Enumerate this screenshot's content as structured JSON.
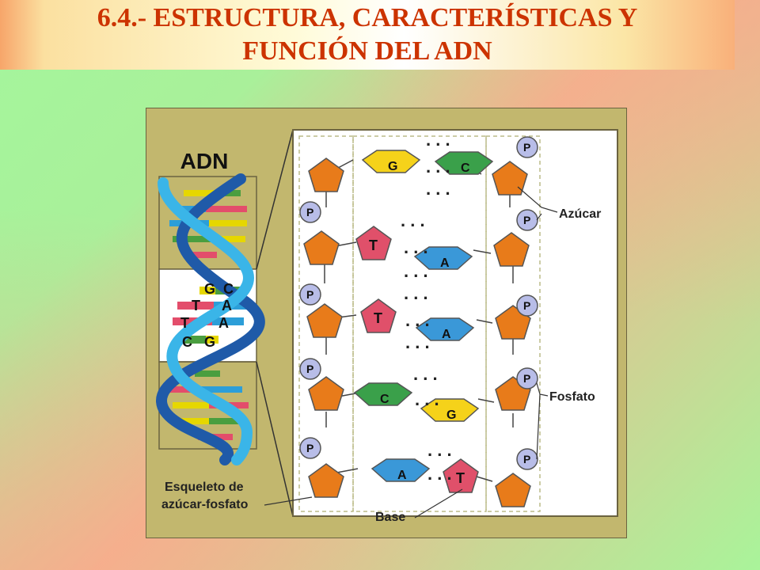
{
  "slide": {
    "title_line1": "6.4.- ESTRUCTURA, CARACTERÍSTICAS Y",
    "title_line2": "FUNCIÓN DEL ADN",
    "colors": {
      "title": "#cc3300",
      "panel": "#c2b76e",
      "sugar": "#e87b1a",
      "phosphate": "#b8bde8"
    }
  },
  "diagram": {
    "helix_label": "ADN",
    "helix_pair_letters": [
      {
        "left": "G",
        "right": "C"
      },
      {
        "left": "T",
        "right": "A"
      },
      {
        "left": "T",
        "right": "A"
      },
      {
        "left": "C",
        "right": "G"
      }
    ],
    "phosphate_symbol": "P",
    "base_pairs": [
      {
        "left": "G",
        "right": "C"
      },
      {
        "left": "T",
        "right": "A"
      },
      {
        "left": "T",
        "right": "A"
      },
      {
        "left": "C",
        "right": "G"
      },
      {
        "left": "A",
        "right": "T"
      }
    ],
    "labels": {
      "sugar": "Azúcar",
      "phosphate": "Fosfato",
      "base": "Base",
      "backbone_line1": "Esqueleto de",
      "backbone_line2": "azúcar-fosfato"
    }
  }
}
